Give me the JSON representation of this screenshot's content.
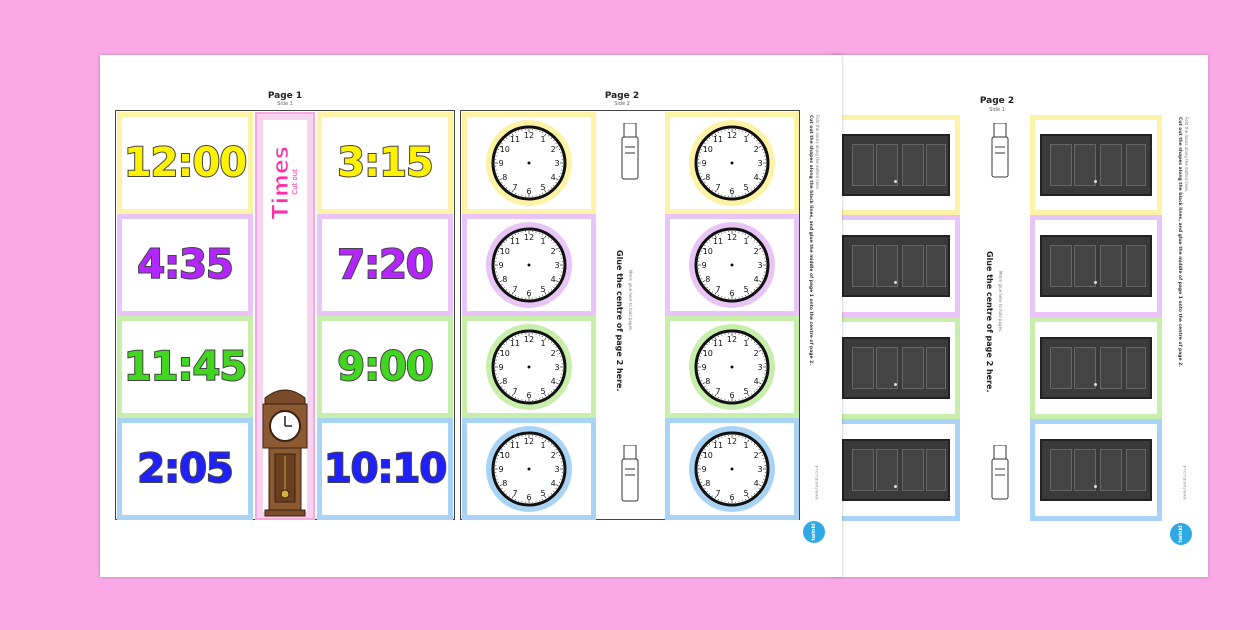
{
  "page1": {
    "title": "Page 1",
    "subtitle": "Side 1",
    "times_left": [
      "12:00",
      "4:35",
      "11:45",
      "2:05"
    ],
    "times_right": [
      "3:15",
      "7:20",
      "9:00",
      "10:10"
    ],
    "strip_title": "Times",
    "strip_sub": "Cut out"
  },
  "page2": {
    "title": "Page 2",
    "subtitle": "Side 2",
    "glue_text": "Glue the centre of page 2 here.",
    "glue_small": "Mmm glue here to hold pages."
  },
  "page3": {
    "title": "Page 2",
    "subtitle": "Side 1",
    "glue_text": "Glue the centre of page 2 here.",
    "glue_small": "Mmm glue here to hold pages.",
    "side_text": "Cut out the shapes along the black lines, and glue the middle of page 1 onto the centre of page 2.",
    "side_small": "Fold the doors along the dotted lines."
  },
  "brand": {
    "logo": "twinkl",
    "url": "www.twinkl.co.uk"
  },
  "colors": {
    "background": "#f9a8e5",
    "yellow": "#fff200",
    "purple": "#b326ff",
    "green": "#43d620",
    "blue": "#2020ff"
  }
}
